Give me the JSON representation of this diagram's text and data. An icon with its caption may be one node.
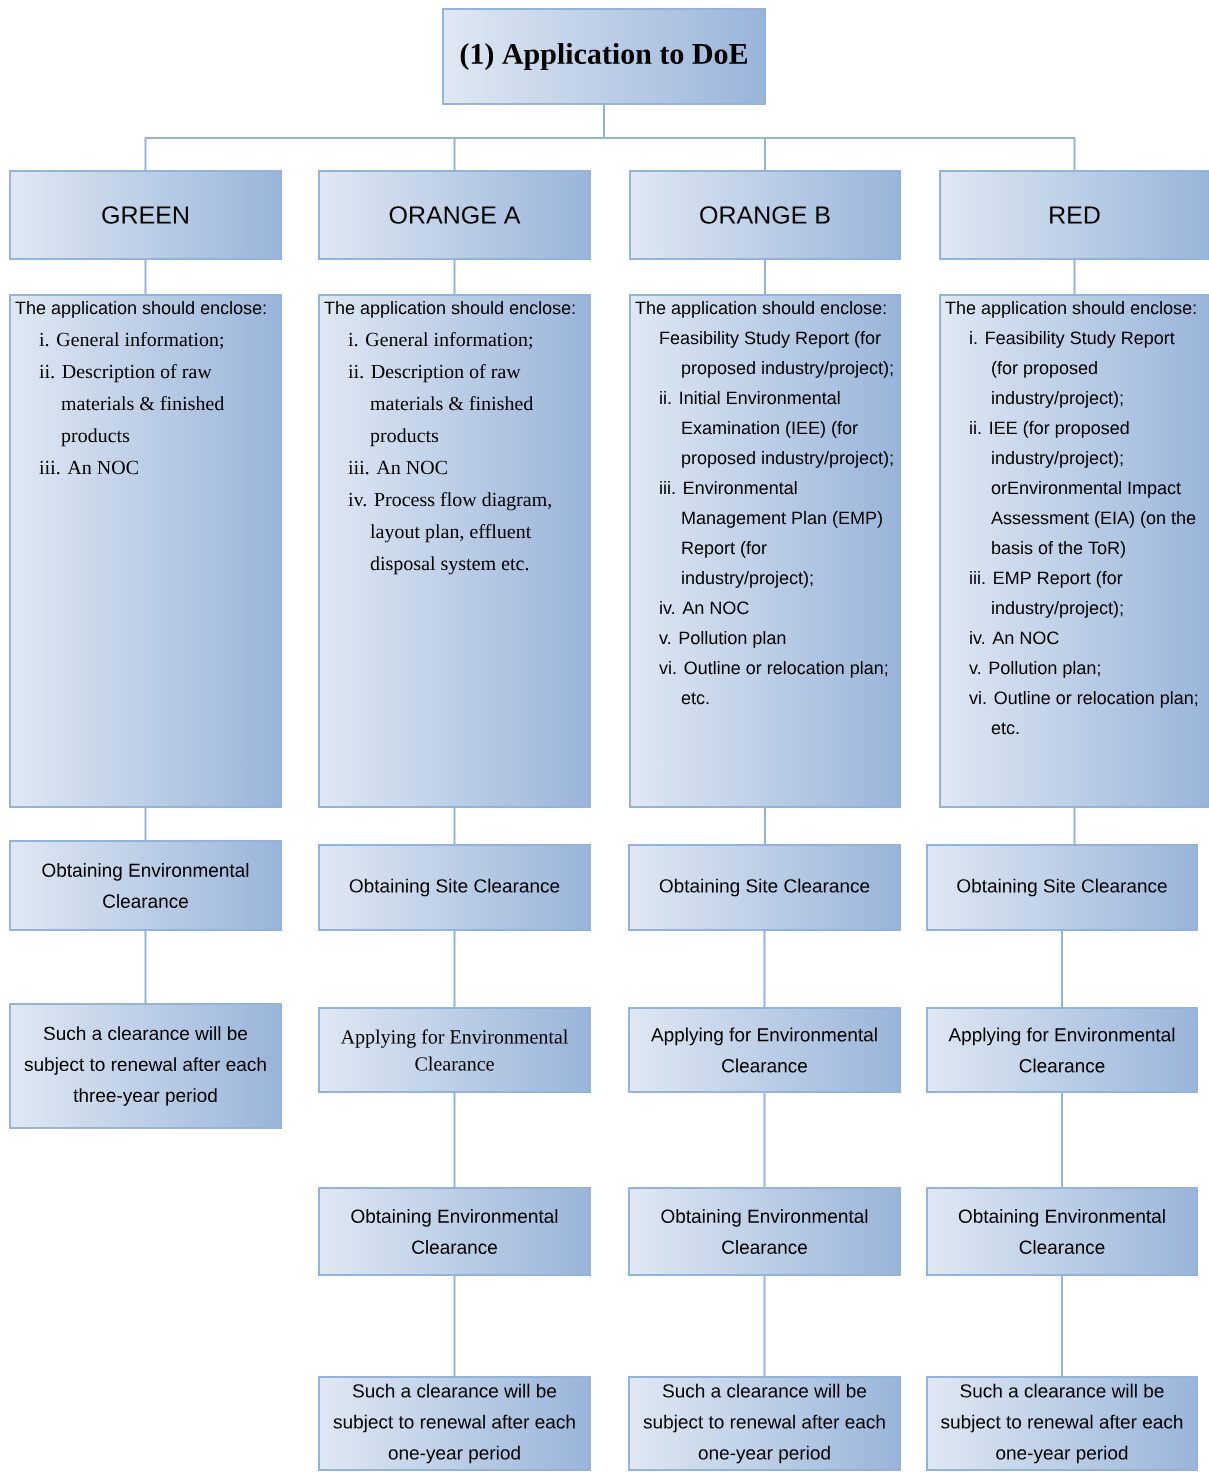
{
  "diagram": {
    "nodes": [
      {
        "text": [
          "(1) Application to DoE"
        ]
      },
      {
        "text": [
          "GREEN"
        ]
      },
      {
        "text": [
          "ORANGE A"
        ]
      },
      {
        "text": [
          "ORANGE B"
        ]
      },
      {
        "text": [
          "RED"
        ]
      },
      {
        "text": [
          "The application should enclose:",
          "i. General information;",
          "ii. Description of raw materials & finished products",
          "iii. An NOC"
        ]
      },
      {
        "text": [
          "The application should enclose:",
          "i. General information;",
          "ii. Description of raw materials & finished products",
          "iii. An NOC",
          "iv. Process flow diagram, layout plan, effluent disposal system etc."
        ]
      },
      {
        "text": [
          "The application should enclose:",
          "Feasibility Study Report (for proposed industry/project);",
          "ii. Initial Environmental Examination (IEE) (for proposed industry/project);",
          "iii. Environmental Management Plan (EMP) Report (for industry/project);",
          "iv. An NOC",
          "v. Pollution plan",
          "vi. Outline or relocation plan; etc."
        ]
      },
      {
        "text": [
          "The application should enclose:",
          "i. Feasibility Study Report (for proposed industry/project);",
          "ii. IEE (for proposed industry/project); orEnvironmental Impact Assessment (EIA) (on the basis of the ToR)",
          "iii. EMP Report (for industry/project);",
          "iv. An NOC",
          "v. Pollution plan;",
          "vi. Outline or relocation plan; etc."
        ]
      },
      {
        "text": [
          "Obtaining Environmental Clearance"
        ]
      },
      {
        "text": [
          "Obtaining Site Clearance"
        ]
      },
      {
        "text": [
          "Obtaining Site Clearance"
        ]
      },
      {
        "text": [
          "Obtaining Site Clearance"
        ]
      },
      {
        "text": [
          "Such a clearance will be subject to renewal after each three-year period"
        ]
      },
      {
        "text": [
          "Applying for Environmental Clearance"
        ]
      },
      {
        "text": [
          "Applying for Environmental Clearance"
        ]
      },
      {
        "text": [
          "Applying for Environmental Clearance"
        ]
      },
      {
        "text": [
          "Obtaining Environmental Clearance"
        ]
      },
      {
        "text": [
          "Obtaining Environmental Clearance"
        ]
      },
      {
        "text": [
          "Obtaining Environmental Clearance"
        ]
      },
      {
        "text": [
          "Such a clearance will be subject to renewal after each one-year period"
        ]
      },
      {
        "text": [
          "Such a clearance will be subject to renewal after each one-year period"
        ]
      },
      {
        "text": [
          "Such a clearance will be subject to renewal after each one-year period"
        ]
      }
    ],
    "edges": [
      {
        "from": 0,
        "to": 1,
        "arrow": "none"
      },
      {
        "from": 0,
        "to": 2,
        "arrow": "none"
      },
      {
        "from": 0,
        "to": 3,
        "arrow": "none"
      },
      {
        "from": 0,
        "to": 4,
        "arrow": "none"
      },
      {
        "from": 1,
        "to": 5,
        "arrow": "none"
      },
      {
        "from": 2,
        "to": 6,
        "arrow": "none"
      },
      {
        "from": 3,
        "to": 7,
        "arrow": "none"
      },
      {
        "from": 4,
        "to": 8,
        "arrow": "none"
      },
      {
        "from": 5,
        "to": 9,
        "arrow": "none"
      },
      {
        "from": 6,
        "to": 10,
        "arrow": "none"
      },
      {
        "from": 7,
        "to": 11,
        "arrow": "none"
      },
      {
        "from": 8,
        "to": 12,
        "arrow": "none"
      },
      {
        "from": 9,
        "to": 13,
        "arrow": "none"
      },
      {
        "from": 10,
        "to": 14,
        "arrow": "none"
      },
      {
        "from": 11,
        "to": 15,
        "arrow": "none"
      },
      {
        "from": 12,
        "to": 16,
        "arrow": "none"
      },
      {
        "from": 14,
        "to": 17,
        "arrow": "none"
      },
      {
        "from": 15,
        "to": 18,
        "arrow": "none"
      },
      {
        "from": 16,
        "to": 19,
        "arrow": "none"
      },
      {
        "from": 17,
        "to": 20,
        "arrow": "none"
      },
      {
        "from": 18,
        "to": 21,
        "arrow": "none"
      },
      {
        "from": 19,
        "to": 22,
        "arrow": "none"
      }
    ]
  }
}
